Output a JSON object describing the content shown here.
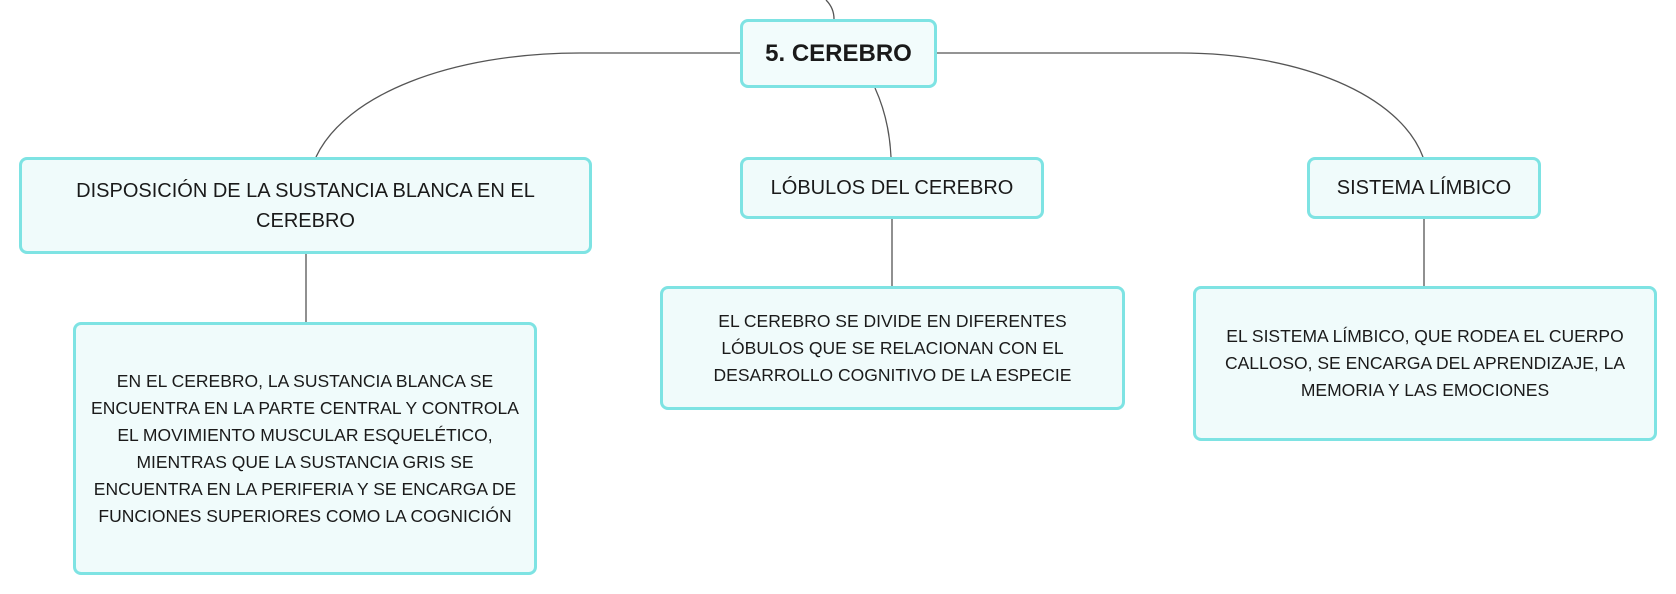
{
  "root": {
    "label": "5. CEREBRO"
  },
  "topics": [
    {
      "id": "left",
      "label": "DISPOSICIÓN DE LA SUSTANCIA BLANCA EN EL CEREBRO"
    },
    {
      "id": "mid",
      "label": "LÓBULOS DEL CEREBRO"
    },
    {
      "id": "right",
      "label": "SISTEMA LÍMBICO"
    }
  ],
  "details": [
    {
      "id": "left",
      "text": "EN EL CEREBRO, LA SUSTANCIA BLANCA SE ENCUENTRA EN LA PARTE CENTRAL Y CONTROLA EL MOVIMIENTO MUSCULAR ESQUELÉTICO, MIENTRAS QUE LA SUSTANCIA GRIS SE ENCUENTRA EN LA PERIFERIA Y SE ENCARGA DE FUNCIONES SUPERIORES COMO LA COGNICIÓN"
    },
    {
      "id": "mid",
      "text": "EL CEREBRO SE DIVIDE EN DIFERENTES LÓBULOS QUE SE RELACIONAN CON EL DESARROLLO COGNITIVO DE LA ESPECIE"
    },
    {
      "id": "right",
      "text": "EL SISTEMA LÍMBICO, QUE RODEA EL CUERPO CALLOSO, SE ENCARGA DEL APRENDIZAJE, LA MEMORIA Y LAS EMOCIONES"
    }
  ],
  "colors": {
    "node_border": "#7ee3e3",
    "node_fill": "#f0fbfb",
    "connector": "#555555",
    "text": "#1a1a1a"
  }
}
